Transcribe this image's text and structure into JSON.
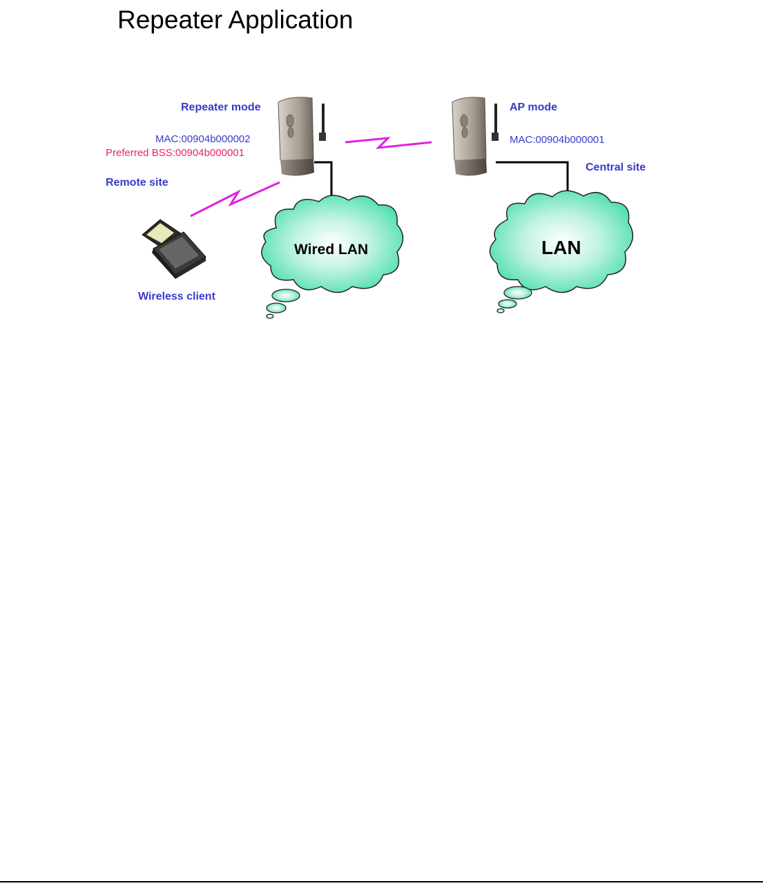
{
  "title": "Repeater Application",
  "repeater": {
    "mode_label": "Repeater mode",
    "mac": "MAC:00904b000002",
    "preferred_bss": "Preferred BSS:00904b000001",
    "site_label": "Remote site"
  },
  "ap": {
    "mode_label": "AP mode",
    "mac": "MAC:00904b000001",
    "site_label": "Central site"
  },
  "client_label": "Wireless client",
  "wired_lan_label": "Wired LAN",
  "lan_label": "LAN",
  "colors": {
    "label_blue": "#3a3ac8",
    "label_pink": "#e8226a",
    "cloud_fill": "#3fdcaa",
    "wireless_link": "#e020e0"
  }
}
